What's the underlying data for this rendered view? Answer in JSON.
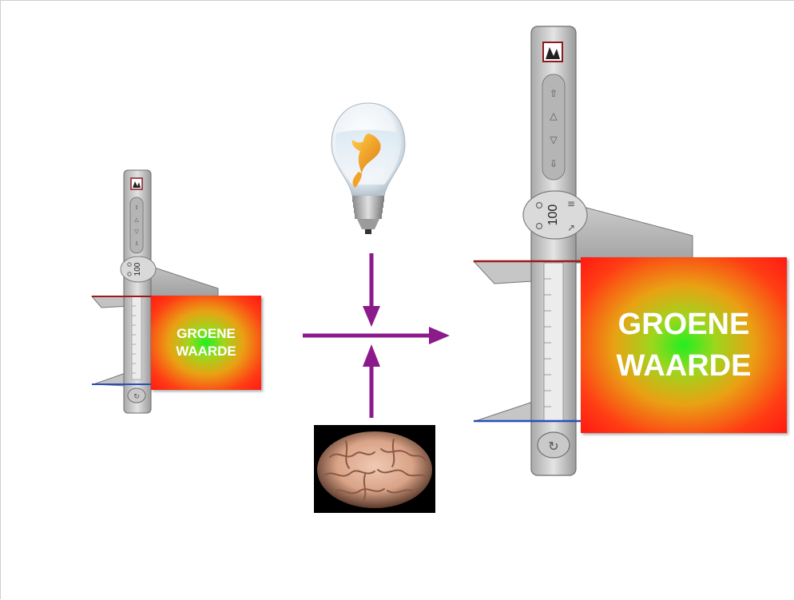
{
  "left_caliper": {
    "reading": "100",
    "box_line1": "GROENE",
    "box_line2": "WAARDE"
  },
  "right_caliper": {
    "reading": "100",
    "box_line1": "GROENE",
    "box_line2": "WAARDE"
  },
  "colors": {
    "arrow": "#8b1a8b",
    "upper_jaw_line": "#9b1b1b",
    "lower_jaw_line": "#2a4fb8",
    "box_center": "#22ee22",
    "box_edge": "#ff1a12"
  },
  "icons": [
    "lightbulb-goldfish-icon",
    "brain-photo-icon",
    "caliper-icon"
  ]
}
